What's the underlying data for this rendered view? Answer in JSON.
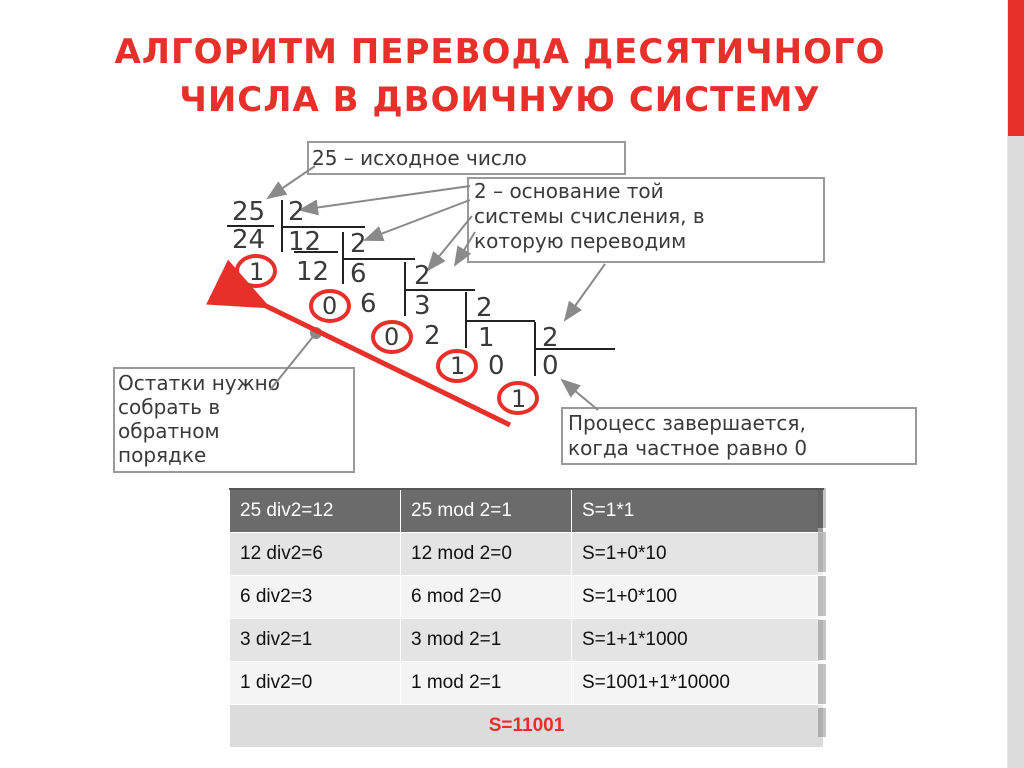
{
  "title": {
    "line1": "АЛГОРИТМ ПЕРЕВОДА ДЕСЯТИЧНОГО",
    "line2": "ЧИСЛА В ДВОИЧНУЮ СИСТЕМУ"
  },
  "colors": {
    "accent": "#e8302a",
    "table_head": "#6b6b6b",
    "text": "#3a3a3a"
  },
  "diagram": {
    "callout_source": "25 – исходное число",
    "callout_base": [
      "2 – основание той",
      "системы счисления, в",
      "которую переводим"
    ],
    "callout_reverse": [
      "Остатки нужно",
      "собрать в",
      "обратном",
      "порядке"
    ],
    "callout_end": [
      "Процесс завершается,",
      "когда частное равно 0"
    ],
    "division": {
      "n25": "25",
      "d1": "2",
      "s24": "24",
      "q12": "12",
      "d2": "2",
      "r1": "1",
      "s12": "12",
      "q6": "6",
      "d3": "2",
      "r2": "0",
      "s6": "6",
      "q3": "3",
      "d4": "2",
      "r3": "0",
      "s2": "2",
      "q1": "1",
      "d5": "2",
      "r4": "1",
      "s0": "0",
      "q0": "0",
      "r5": "1"
    }
  },
  "table": {
    "rows": [
      [
        "25 div2=12",
        "25 mod 2=1",
        "S=1*1"
      ],
      [
        "12 div2=6",
        "12 mod 2=0",
        "S=1+0*10"
      ],
      [
        "6 div2=3",
        "6 mod 2=0",
        "S=1+0*100"
      ],
      [
        "3 div2=1",
        "3 mod 2=1",
        "S=1+1*1000"
      ],
      [
        "1 div2=0",
        "1 mod 2=1",
        "S=1001+1*10000"
      ]
    ],
    "result": "S=11001"
  }
}
